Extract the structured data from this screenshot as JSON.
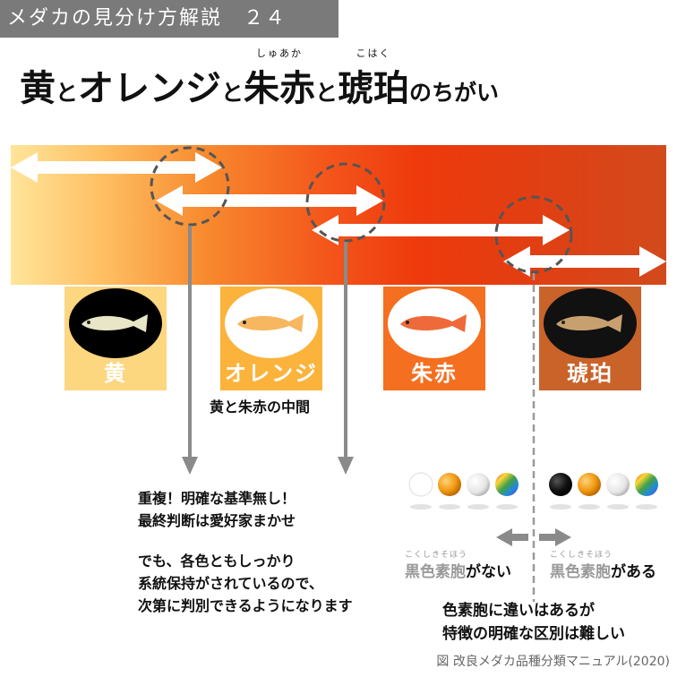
{
  "series_tag": "メダカの見分け方解説　２４",
  "title": {
    "yellow": "黄",
    "to1": "と",
    "orange": "オレンジ",
    "to2": "と",
    "shuaka": "朱赤",
    "shuaka_ruby": "しゅあか",
    "to3": "と",
    "kohaku": "琥珀",
    "kohaku_ruby": "こはく",
    "tail": "のちがい"
  },
  "swatches": [
    {
      "label": "黄",
      "bg": "#fdd680",
      "oval": "#000000",
      "fish": "#e8e6c6"
    },
    {
      "label": "オレンジ",
      "bg": "#fbb33c",
      "oval": "#ffffff",
      "fish": "#f6b760"
    },
    {
      "label": "朱赤",
      "bg": "#f46f20",
      "oval": "#ffffff",
      "fish": "#ee6a3a"
    },
    {
      "label": "琥珀",
      "bg": "#c9632a",
      "oval": "#111111",
      "fish": "#c8a070"
    }
  ],
  "between_note": "黄と朱赤の中間",
  "overlap_note": {
    "line1": "重複！明確な基準無し！",
    "line2": "最終判断は愛好家まかせ",
    "line3": "でも、各色ともしっかり",
    "line4": "系統保持がされているので、",
    "line5": "次第に判別できるようになります"
  },
  "chromato": {
    "word": "黒色素胞",
    "ruby": "こくしきそほう",
    "without": "がない",
    "with": "がある"
  },
  "difference_note": {
    "line1": "色素胞に違いはあるが",
    "line2": "特徴の明確な区別は難しい"
  },
  "credit": "図 改良メダカ品種分類マニュアル(2020)",
  "colors": {
    "arrow_grey": "#8a8a8a",
    "circle_dash": "#555555",
    "white_arrow": "#ffffff"
  }
}
